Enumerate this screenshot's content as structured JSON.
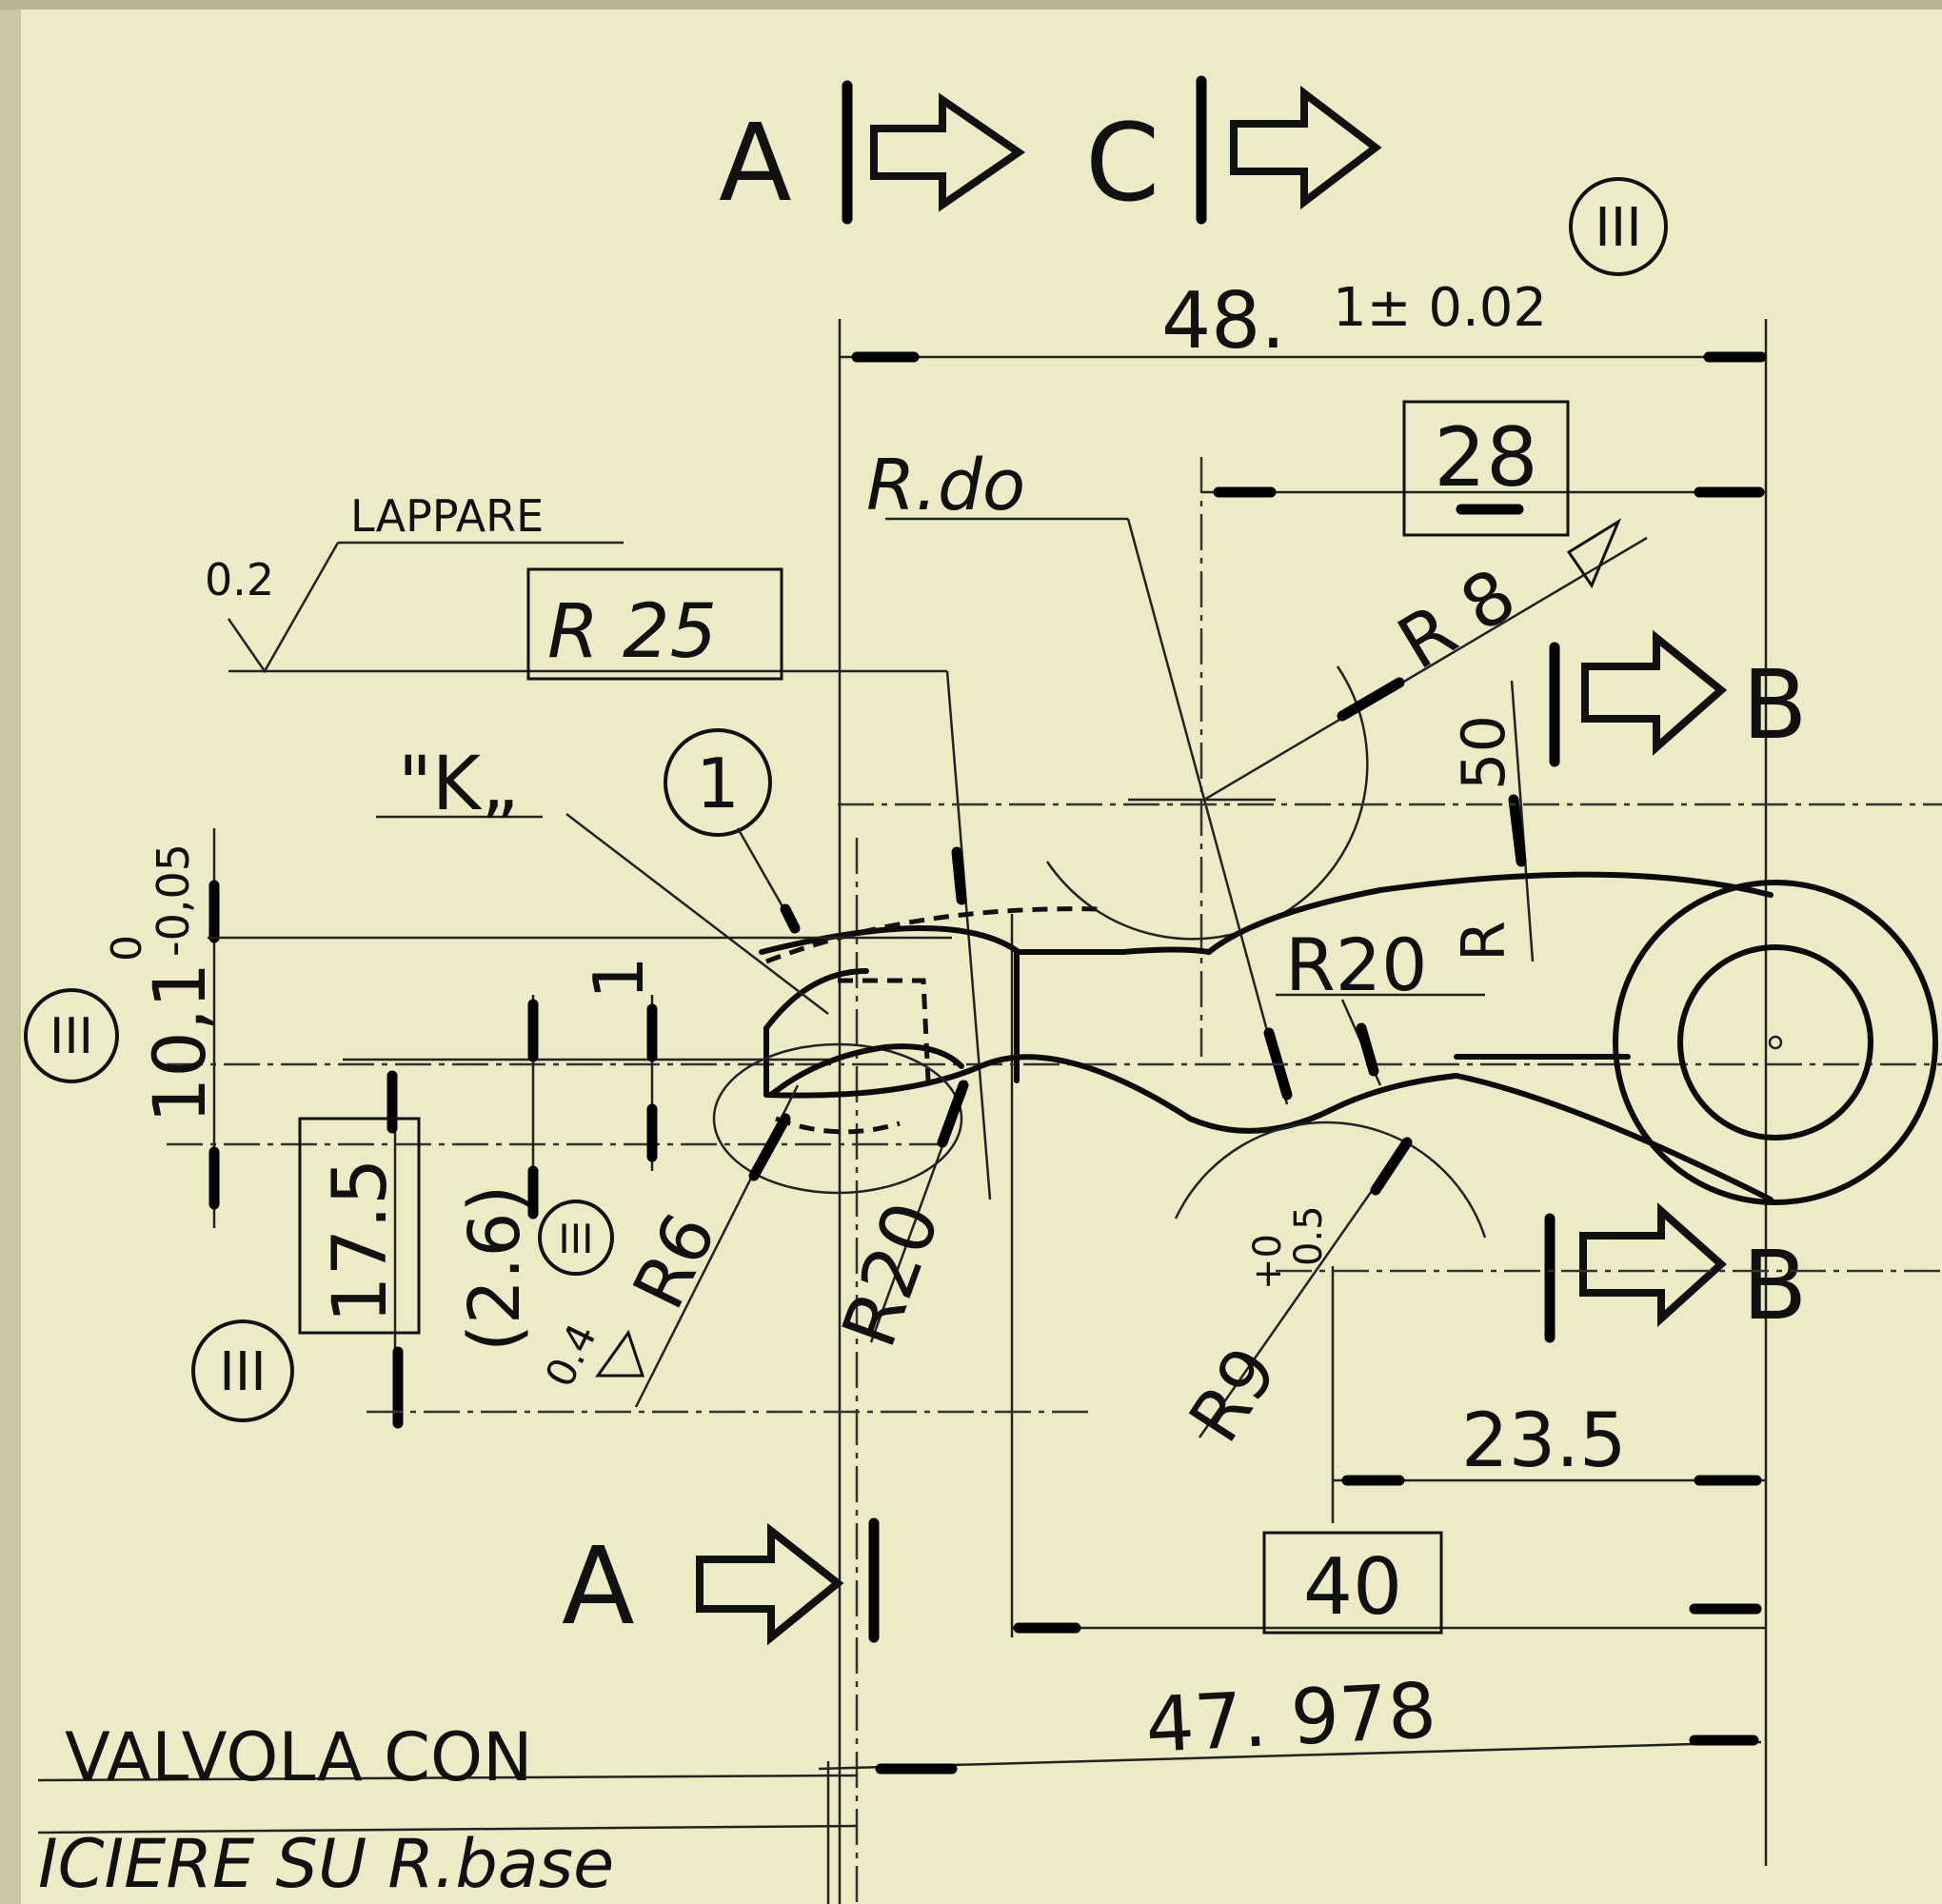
{
  "drawing": {
    "section_label_a": "A",
    "section_label_c": "C",
    "section_label_b": "B",
    "dimensions": {
      "overall_main": "48.",
      "overall_tolerance": "1± 0.02",
      "d28": "28",
      "r_do": "R.do",
      "lappare": "LAPPARE",
      "lap_value": "0.2",
      "r25": "R 25",
      "r8": "R 8",
      "k_marker": "\"K„",
      "item_number": "1",
      "r50": "50",
      "r_small": "R",
      "r20_right": "R20",
      "dim_10_1": "10,1",
      "dim_10_1_tol_upper": "0",
      "dim_10_1_tol_lower": "-0,05",
      "dim_1": "1",
      "dim_17_5": "17.5",
      "dim_2_6": "(2.6)",
      "r6": "R6",
      "r20_left": "R20",
      "r9": "R9",
      "r9_tol_upper": "+0",
      "r9_tol_lower": "0.5",
      "val_0_4": "0.4",
      "d23_5": "23.5",
      "d40": "40",
      "d47_978": "47. 978",
      "roman_iii": "III"
    },
    "notes": {
      "line1": "VALVOLA CON",
      "line2": "ICIERE    SU R.base"
    }
  }
}
